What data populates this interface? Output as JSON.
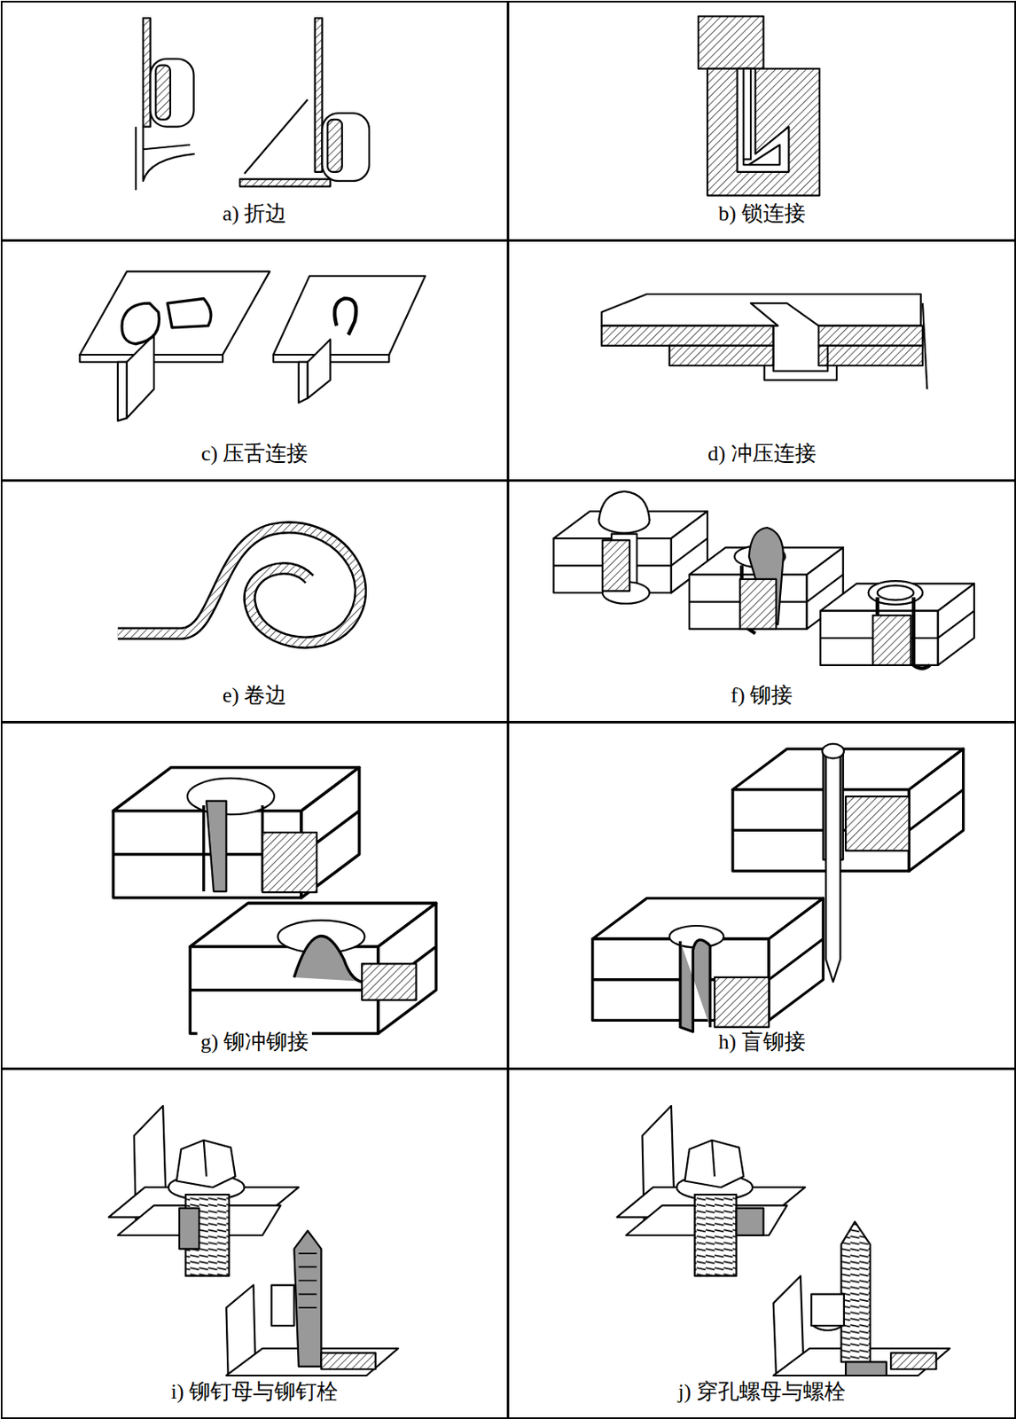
{
  "diagram": {
    "nodes": [
      {
        "text": [
          "a) 折边"
        ]
      },
      {
        "text": [
          "b) 锁连接"
        ]
      },
      {
        "text": [
          "c) 压舌连接"
        ]
      },
      {
        "text": [
          "d) 冲压连接"
        ]
      },
      {
        "text": [
          "e) 卷边"
        ]
      },
      {
        "text": [
          "f) 铆接"
        ]
      },
      {
        "text": [
          "g) 铆冲铆接"
        ]
      },
      {
        "text": [
          "h) 盲铆接"
        ]
      },
      {
        "text": [
          "i) 铆钉母与铆钉栓"
        ]
      },
      {
        "text": [
          "j) 穿孔螺母与螺栓"
        ]
      }
    ]
  }
}
